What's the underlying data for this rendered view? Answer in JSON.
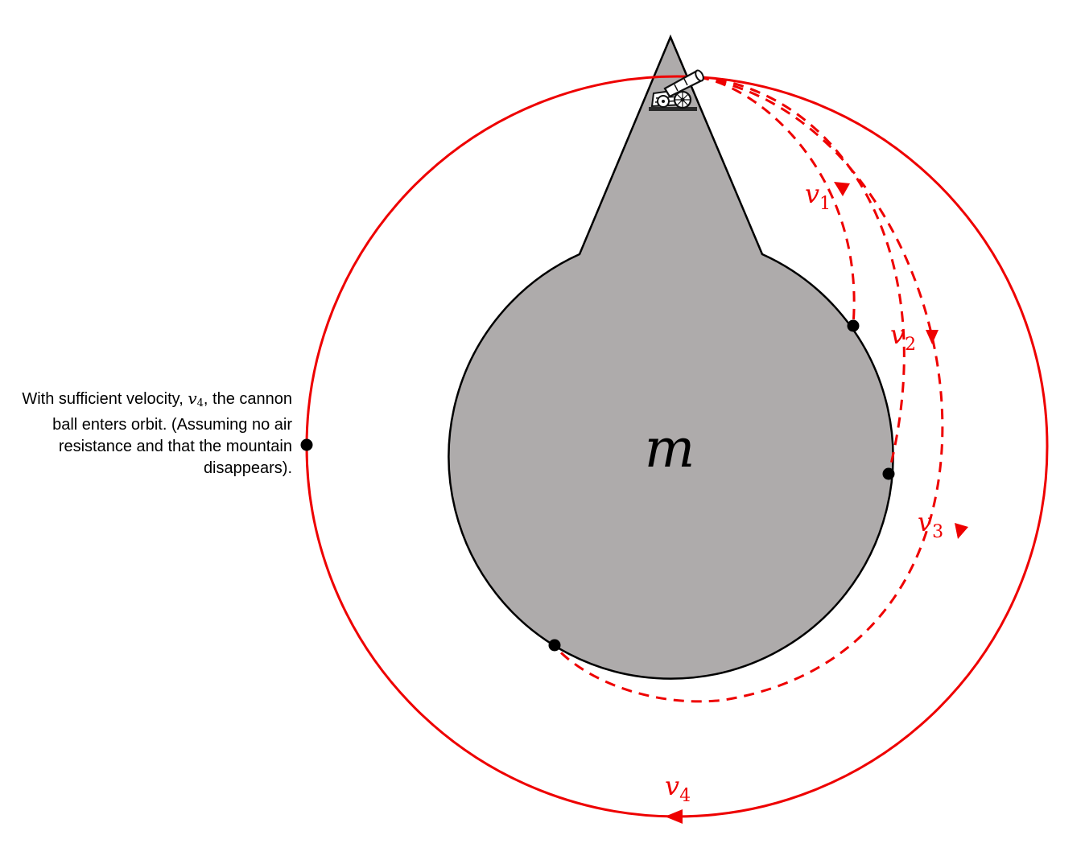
{
  "diagram": {
    "mass_label": "m",
    "colors": {
      "trajectory": "#ee0000",
      "planet_fill": "#aeabab",
      "outline": "#000000"
    },
    "icons": {
      "cannon": "cannon-icon"
    },
    "trajectories": [
      {
        "id": "v1",
        "label_var": "v",
        "label_sub": "1",
        "style": "dashed"
      },
      {
        "id": "v2",
        "label_var": "v",
        "label_sub": "2",
        "style": "dashed"
      },
      {
        "id": "v3",
        "label_var": "v",
        "label_sub": "3",
        "style": "dashed"
      },
      {
        "id": "v4",
        "label_var": "v",
        "label_sub": "4",
        "style": "solid"
      }
    ],
    "caption": {
      "before": "With sufficient velocity, ",
      "var": "v",
      "sub": "4",
      "after": ", the cannon ball enters orbit. (Assuming no air resistance and that the mountain disappears)."
    }
  }
}
